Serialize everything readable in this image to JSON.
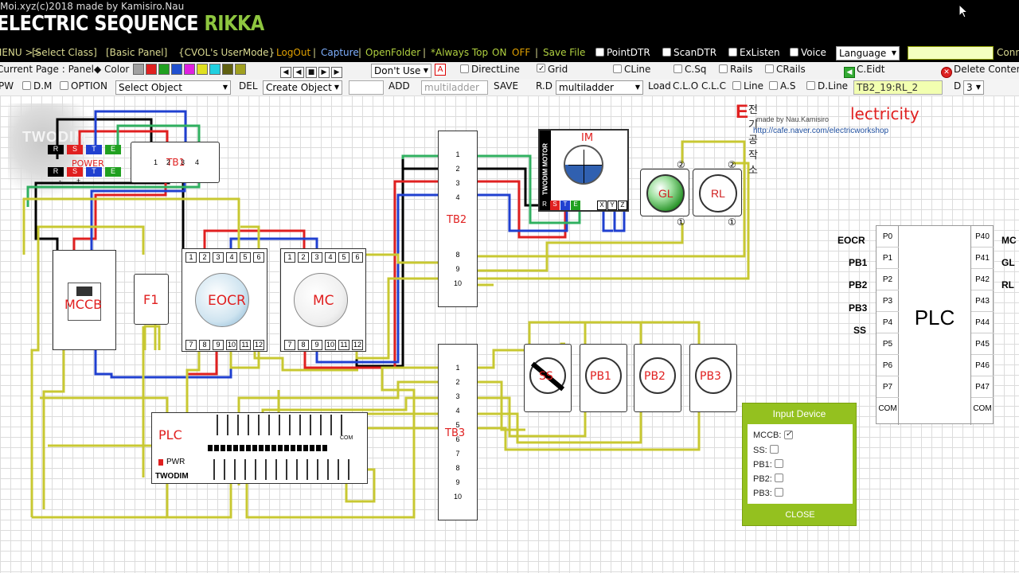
{
  "header": {
    "credit": "Moi.xyz(c)2018 made by Kamisiro.Nau",
    "title_white": "ELECTRIC SEQUENCE",
    "title_green": "RIKKA"
  },
  "menubar": {
    "menu": "MENU >>",
    "select_class": "[Select Class]",
    "basic_panel": "[Basic Panel]",
    "user_mode": "{CVOL's UserMode}",
    "logout": "LogOut",
    "sep": "|",
    "capture": "Capture",
    "open_folder": "OpenFolder",
    "always_top": "*Always Top",
    "always_top_on": "ON",
    "always_top_off": "OFF",
    "save_file": "Save File",
    "point_dtr": "PointDTR",
    "scan_dtr": "ScanDTR",
    "ex_listen": "ExListen",
    "voice": "Voice",
    "language": "Language",
    "conn": "Conn"
  },
  "toolbar1": {
    "current_page": "Current Page : Panel◆ Color :",
    "dont_use": "Don't Use",
    "a_btn": "A",
    "direct_line": "DirectLine",
    "grid": "Grid",
    "c_line": "CLine",
    "c_sq": "C.Sq",
    "rails": "Rails",
    "c_rails": "CRails",
    "c_edit": "C.Eidt",
    "delete_content": "Delete Content",
    "colors": [
      "#a0a0a0",
      "#e02020",
      "#20a020",
      "#2050d0",
      "#e020e0",
      "#e0e020",
      "#20d0e0",
      "#606010",
      "#a0a020"
    ]
  },
  "toolbar2": {
    "pw": "PW",
    "dm": "D.M",
    "option": "OPTION",
    "select_object": "Select Object",
    "del": "DEL",
    "create_object": "Create Object",
    "add": "ADD",
    "multiladder_input": "multiladder",
    "save": "SAVE",
    "rd": "R.D",
    "multiladder_select": "multiladder",
    "load": "Load",
    "clo_clc": "C.L.O C.L.C",
    "line": "Line",
    "as": "A.S",
    "dline": "D.Line",
    "tb_field": "TB2_19:RL_2",
    "d": "D",
    "d_value": "3"
  },
  "brand": {
    "korean": "전기공작소",
    "big_e": "E",
    "lectricity": "lectricity",
    "made_by": "made by Nau.Kamisiro",
    "url": "http://cafe.naver.com/electricworkshop"
  },
  "watermark": "TWODIM",
  "devices": {
    "power": {
      "label": "POWER",
      "top": [
        "R",
        "S",
        "T",
        "E"
      ],
      "bottom": [
        "R",
        "S",
        "T",
        "E"
      ],
      "minus": "-",
      "plus": "+"
    },
    "tb1": {
      "label": "TB1",
      "terms": [
        "1",
        "2",
        "3",
        "4"
      ]
    },
    "mccb": {
      "label": "MCCB"
    },
    "f1": {
      "label": "F1"
    },
    "eocr": {
      "label": "EOCR",
      "top": [
        "1",
        "2",
        "3",
        "4",
        "5",
        "6"
      ],
      "bottom": [
        "7",
        "8",
        "9",
        "10",
        "11",
        "12"
      ]
    },
    "mc": {
      "label": "MC",
      "top": [
        "1",
        "2",
        "3",
        "4",
        "5",
        "6"
      ],
      "bottom": [
        "7",
        "8",
        "9",
        "10",
        "11",
        "12"
      ]
    },
    "tb2": {
      "label": "TB2",
      "terms": [
        "1",
        "2",
        "3",
        "4",
        "",
        "",
        "",
        "8",
        "9",
        "10"
      ]
    },
    "tb3": {
      "label": "TB3",
      "terms": [
        "1",
        "2",
        "3",
        "4",
        "5",
        "6",
        "7",
        "8",
        "9",
        "10"
      ]
    },
    "motor": {
      "label": "IM",
      "side": "TWODIM MOTOR",
      "terms": [
        "R",
        "S",
        "T",
        "E",
        "X",
        "Y",
        "Z"
      ]
    },
    "gl": {
      "label": "GL",
      "t1": "①",
      "t2": "②"
    },
    "rl": {
      "label": "RL",
      "t1": "①",
      "t2": "②"
    },
    "ss": {
      "label": "SS"
    },
    "pb1": {
      "label": "PB1"
    },
    "pb2": {
      "label": "PB2"
    },
    "pb3": {
      "label": "PB3"
    },
    "plc_device": {
      "label": "PLC",
      "pwr": "PWR",
      "brand": "TWODIM",
      "com": "COM"
    }
  },
  "plc_table": {
    "title": "PLC",
    "left": [
      "P0",
      "P1",
      "P2",
      "P3",
      "P4",
      "P5",
      "P6",
      "P7",
      "COM"
    ],
    "right": [
      "P40",
      "P41",
      "P42",
      "P43",
      "P44",
      "P45",
      "P46",
      "P47",
      "COM"
    ],
    "left_labels": [
      "EOCR",
      "PB1",
      "PB2",
      "PB3",
      "SS"
    ],
    "right_labels": [
      "MC",
      "GL",
      "RL"
    ]
  },
  "input_device": {
    "title": "Input Device",
    "rows": [
      {
        "label": "MCCB:",
        "checked": true
      },
      {
        "label": "SS:",
        "checked": false
      },
      {
        "label": "PB1:",
        "checked": false
      },
      {
        "label": "PB2:",
        "checked": false
      },
      {
        "label": "PB3:",
        "checked": false
      }
    ],
    "close": "CLOSE"
  }
}
